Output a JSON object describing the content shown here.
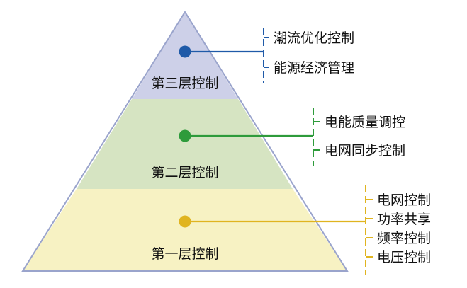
{
  "levels": [
    {
      "label": "第三层控制",
      "fill": "#cdd0e8",
      "accent": "#1f5aa8",
      "items": [
        "潮流优化控制",
        "能源经济管理"
      ]
    },
    {
      "label": "第二层控制",
      "fill": "#d6e4c2",
      "accent": "#2e9b3b",
      "items": [
        "电能质量调控",
        "电网同步控制"
      ]
    },
    {
      "label": "第一层控制",
      "fill": "#f7f2c3",
      "accent": "#e0b420",
      "items": [
        "电网控制",
        "功率共享",
        "频率控制",
        "电压控制"
      ]
    }
  ],
  "outline_color": "#9aa4cc"
}
